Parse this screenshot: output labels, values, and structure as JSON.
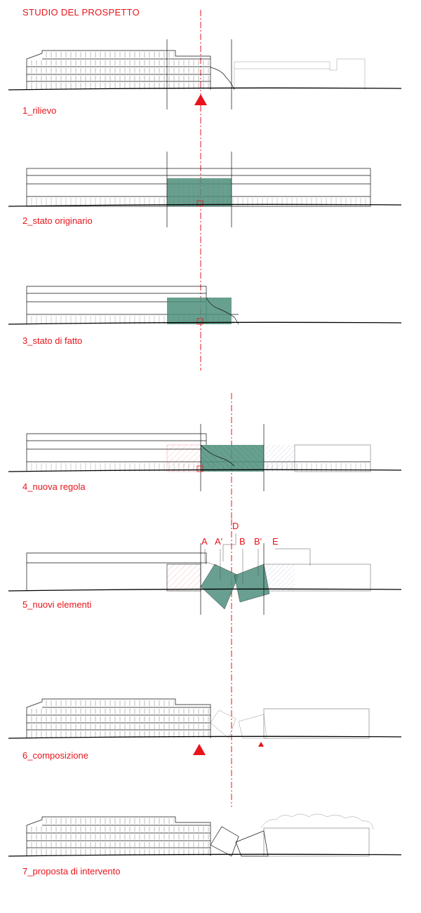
{
  "title": "STUDIO DEL PROSPETTO",
  "steps": [
    {
      "label": "1_rilievo"
    },
    {
      "label": "2_stato  originario"
    },
    {
      "label": "3_stato  di  fatto"
    },
    {
      "label": "4_nuova  regola"
    },
    {
      "label": "5_nuovi  elementi"
    },
    {
      "label": "6_composizione"
    },
    {
      "label": "7_proposta  di  intervento"
    }
  ],
  "elements": {
    "a": "A",
    "a_prime": "A'",
    "d": "D",
    "b": "B",
    "b_prime": "B'",
    "e": "E"
  },
  "colors": {
    "accent": "#e8141b",
    "fill": "#4e8f7d",
    "line": "#111111"
  }
}
